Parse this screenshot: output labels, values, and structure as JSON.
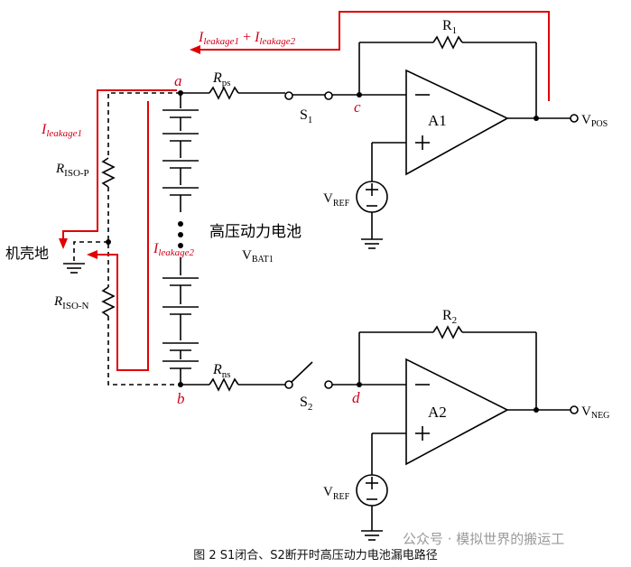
{
  "labels": {
    "r1": "R",
    "r1_sub": "1",
    "r2": "R",
    "r2_sub": "2",
    "rps": "R",
    "rps_sub": "ps",
    "rns": "R",
    "rns_sub": "ns",
    "riso_p": "R",
    "riso_p_sub": "ISO-P",
    "riso_n": "R",
    "riso_n_sub": "ISO-N",
    "s1": "S",
    "s1_sub": "1",
    "s2": "S",
    "s2_sub": "2",
    "a1": "A1",
    "a2": "A2",
    "vref1": "V",
    "vref1_sub": "REF",
    "vref2": "V",
    "vref2_sub": "REF",
    "vpos": "V",
    "vpos_sub": "POS",
    "vneg": "V",
    "vneg_sub": "NEG",
    "node_a": "a",
    "node_b": "b",
    "node_c": "c",
    "node_d": "d",
    "battery_name": "高压动力电池",
    "vbat": "V",
    "vbat_sub": "BAT1",
    "chassis": "机壳地",
    "i_leak1": "I",
    "i_leak1_sub": "leakage1",
    "i_leak2": "I",
    "i_leak2_sub": "leakage2",
    "i_sum_a": "I",
    "i_sum_a_sub": "leakage1",
    "i_sum_plus": " + ",
    "i_sum_b": "I",
    "i_sum_b_sub": "leakage2"
  },
  "caption": "图 2  S1闭合、S2断开时高压动力电池漏电路径",
  "watermark": "公众号 · 模拟世界的搬运工",
  "colors": {
    "leak_path": "#e00000",
    "wire": "#000000"
  }
}
